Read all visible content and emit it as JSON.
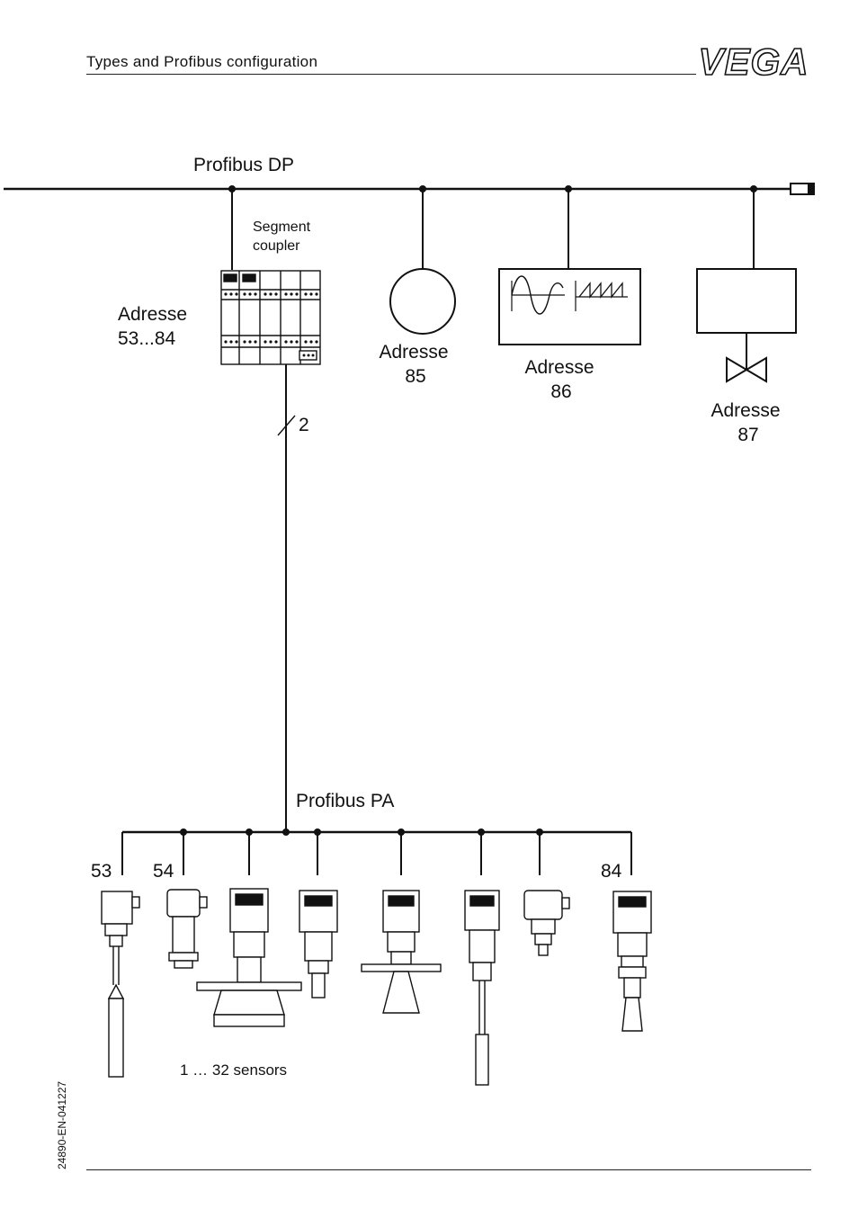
{
  "header": {
    "title": "Types and Profibus configuration",
    "logo_text": "VEGA"
  },
  "bus_dp": {
    "label": "Profibus DP"
  },
  "segment_coupler": {
    "label_line1": "Segment",
    "label_line2": "coupler",
    "address_line1": "Adresse",
    "address_line2": "53...84"
  },
  "pa_line": {
    "wire_count": "2"
  },
  "dp_nodes": [
    {
      "line1": "Adresse",
      "line2": "85"
    },
    {
      "line1": "Adresse",
      "line2": "86"
    },
    {
      "line1": "Adresse",
      "line2": "87"
    }
  ],
  "bus_pa": {
    "label": "Profibus PA"
  },
  "sensor_addresses": {
    "first": "53",
    "second": "54",
    "last": "84"
  },
  "sensors_caption": "1 … 32 sensors",
  "footer": {
    "doc_id": "24890-EN-041227"
  }
}
